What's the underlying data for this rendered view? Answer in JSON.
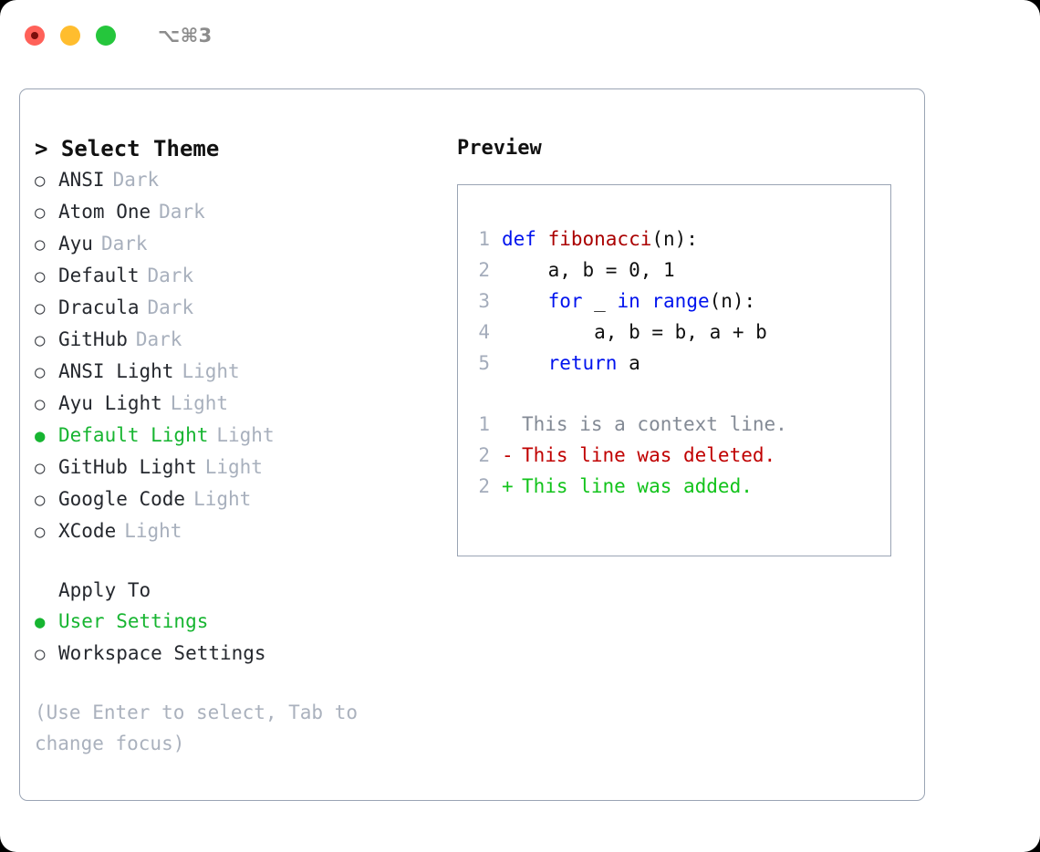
{
  "window": {
    "shortcut": "⌥⌘3",
    "traffic_lights": [
      {
        "name": "close",
        "color": "#ff6159"
      },
      {
        "name": "minimize",
        "color": "#ffbd2e"
      },
      {
        "name": "zoom",
        "color": "#25c63c"
      }
    ]
  },
  "theme_panel": {
    "heading": "> Select Theme",
    "marker_unselected": "○",
    "marker_selected": "●",
    "themes": [
      {
        "name": "ANSI",
        "kind": "Dark",
        "selected": false
      },
      {
        "name": "Atom One",
        "kind": "Dark",
        "selected": false
      },
      {
        "name": "Ayu",
        "kind": "Dark",
        "selected": false
      },
      {
        "name": "Default",
        "kind": "Dark",
        "selected": false
      },
      {
        "name": "Dracula",
        "kind": "Dark",
        "selected": false
      },
      {
        "name": "GitHub",
        "kind": "Dark",
        "selected": false
      },
      {
        "name": "ANSI Light",
        "kind": "Light",
        "selected": false
      },
      {
        "name": "Ayu Light",
        "kind": "Light",
        "selected": false
      },
      {
        "name": "Default Light",
        "kind": "Light",
        "selected": true
      },
      {
        "name": "GitHub Light",
        "kind": "Light",
        "selected": false
      },
      {
        "name": "Google Code",
        "kind": "Light",
        "selected": false
      },
      {
        "name": "XCode",
        "kind": "Light",
        "selected": false
      }
    ]
  },
  "apply_to": {
    "heading": "Apply To",
    "options": [
      {
        "label": "User Settings",
        "selected": true
      },
      {
        "label": "Workspace Settings",
        "selected": false
      }
    ]
  },
  "hint": "(Use Enter to select, Tab to change focus)",
  "preview": {
    "heading": "Preview",
    "code_lines": [
      {
        "no": "1",
        "tokens": [
          {
            "t": "def ",
            "c": "kw"
          },
          {
            "t": "fibonacci",
            "c": "fn"
          },
          {
            "t": "(n):",
            "c": "plain"
          }
        ]
      },
      {
        "no": "2",
        "tokens": [
          {
            "t": "    a, b = 0, 1",
            "c": "plain"
          }
        ]
      },
      {
        "no": "3",
        "tokens": [
          {
            "t": "    ",
            "c": "plain"
          },
          {
            "t": "for ",
            "c": "kw"
          },
          {
            "t": "_ ",
            "c": "plain"
          },
          {
            "t": "in ",
            "c": "kw"
          },
          {
            "t": "range",
            "c": "kw"
          },
          {
            "t": "(n):",
            "c": "plain"
          }
        ]
      },
      {
        "no": "4",
        "tokens": [
          {
            "t": "        a, b = b, a + b",
            "c": "plain"
          }
        ]
      },
      {
        "no": "5",
        "tokens": [
          {
            "t": "    ",
            "c": "plain"
          },
          {
            "t": "return ",
            "c": "kw"
          },
          {
            "t": "a",
            "c": "plain"
          }
        ]
      }
    ],
    "diff_lines": [
      {
        "no": "1",
        "sign": " ",
        "text": "This is a context line.",
        "kind": "ctx"
      },
      {
        "no": "2",
        "sign": "-",
        "text": "This line was deleted.",
        "kind": "del"
      },
      {
        "no": "2",
        "sign": "+",
        "text": "This line was added.",
        "kind": "add"
      }
    ]
  },
  "colors": {
    "selected_green": "#17b531",
    "muted": "#a8b0bd",
    "keyword_blue": "#0013ee",
    "function_red": "#aa0000",
    "diff_delete": "#c00000",
    "diff_add": "#12c31b",
    "border": "#9aa4b4"
  }
}
